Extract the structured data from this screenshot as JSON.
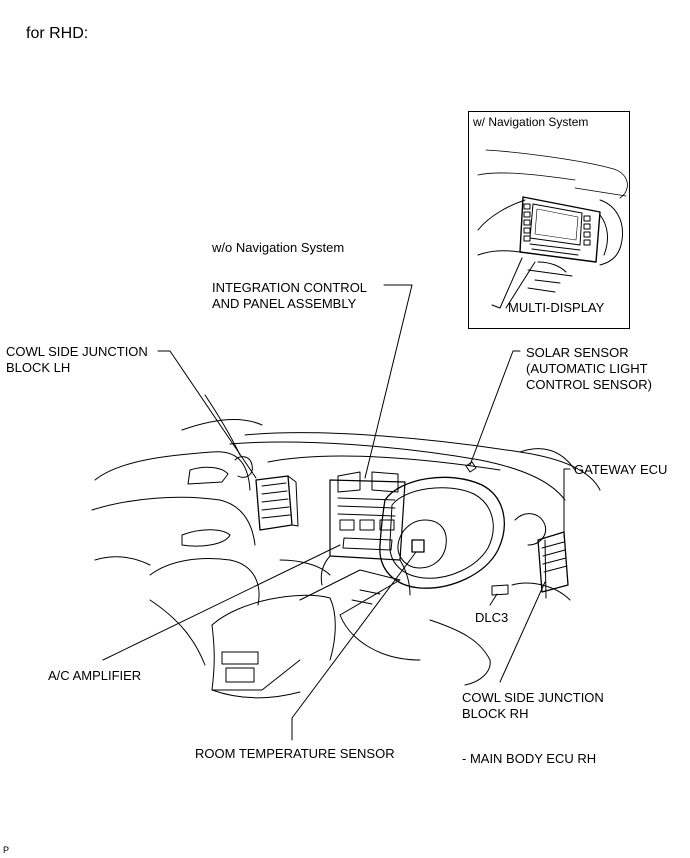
{
  "heading": "for RHD:",
  "inset": {
    "caption": "w/ Navigation System",
    "multi_display": "MULTI-DISPLAY"
  },
  "variant_label": "w/o Navigation System",
  "labels": {
    "integration_control": [
      "INTEGRATION CONTROL",
      "AND PANEL ASSEMBLY"
    ],
    "cowl_lh": [
      "COWL SIDE JUNCTION",
      "BLOCK LH"
    ],
    "solar_sensor": [
      "SOLAR SENSOR",
      "(AUTOMATIC LIGHT",
      "CONTROL SENSOR)"
    ],
    "gateway_ecu": "GATEWAY ECU",
    "dlc3": "DLC3",
    "ac_amplifier": "A/C AMPLIFIER",
    "cowl_rh": [
      "COWL SIDE JUNCTION",
      "BLOCK RH"
    ],
    "room_temp_sensor": "ROOM TEMPERATURE SENSOR",
    "main_body_ecu": "- MAIN BODY ECU RH"
  },
  "corner_mark": "P"
}
